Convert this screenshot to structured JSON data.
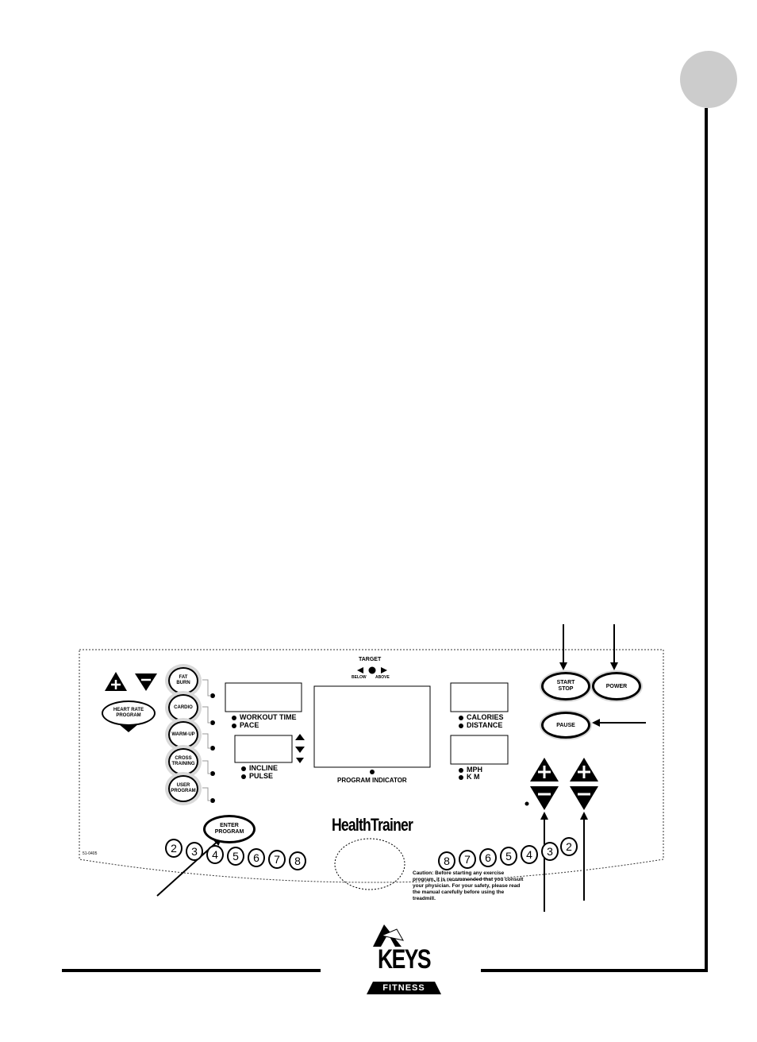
{
  "console": {
    "target": {
      "title": "TARGET",
      "below": "BELOW",
      "above": "ABOVE"
    },
    "program_buttons": [
      {
        "id": "fat-burn",
        "label": "FAT\nBURN"
      },
      {
        "id": "cardio",
        "label": "CARDIO"
      },
      {
        "id": "warm-up",
        "label": "WARM-UP"
      },
      {
        "id": "cross-training",
        "label": "CROSS\nTRAINING"
      },
      {
        "id": "user-program",
        "label": "USER\nPROGRAM"
      }
    ],
    "heart_rate_button": "HEART RATE\nPROGRAM",
    "enter_program_button": "ENTER\nPROGRAM",
    "start_stop_button": "START\nSTOP",
    "power_button": "POWER",
    "pause_button": "PAUSE",
    "display_labels": {
      "workout_time": "WORKOUT TIME",
      "pace": "PACE",
      "incline": "INCLINE",
      "pulse": "PULSE",
      "calories": "CALORIES",
      "distance": "DISTANCE",
      "mph": "MPH",
      "km": "K M",
      "program_indicator": "PROGRAM INDICATOR"
    },
    "left_quick_keys": [
      "2",
      "3",
      "4",
      "5",
      "6",
      "7",
      "8"
    ],
    "right_quick_keys": [
      "8",
      "7",
      "6",
      "5",
      "4",
      "3",
      "2"
    ],
    "brand_name": "HealthTrainer",
    "caution_text": "Caution: Before starting any exercise program, it is recommended that you consult your physician. For your safety, please read the manual carefully before using the treadmill.",
    "part_number": "51-0405"
  },
  "logo": {
    "name": "KEYS",
    "subtitle": "FITNESS"
  },
  "colors": {
    "badge_gray": "#cccccc",
    "line": "#000000"
  }
}
